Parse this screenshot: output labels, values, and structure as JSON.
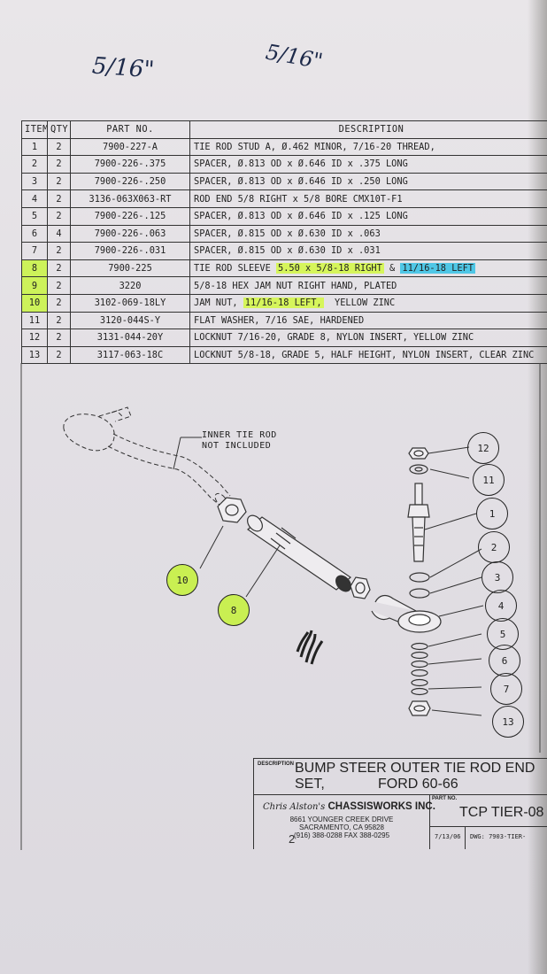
{
  "handwriting": {
    "left": "5/16\"",
    "right": "5/16\""
  },
  "bom": {
    "headers": {
      "item": "ITEM",
      "qty": "QTY",
      "part_no": "PART NO.",
      "description": "DESCRIPTION"
    },
    "rows": [
      {
        "item": "1",
        "qty": "2",
        "part_no": "7900-227-A",
        "description": "TIE ROD STUD A, Ø.462 MINOR, 7/16-20 THREAD,"
      },
      {
        "item": "2",
        "qty": "2",
        "part_no": "7900-226-.375",
        "description": "SPACER, Ø.813 OD x Ø.646 ID x .375 LONG"
      },
      {
        "item": "3",
        "qty": "2",
        "part_no": "7900-226-.250",
        "description": "SPACER, Ø.813 OD x Ø.646 ID x .250 LONG"
      },
      {
        "item": "4",
        "qty": "2",
        "part_no": "3136-063X063-RT",
        "description": "ROD END 5/8 RIGHT x 5/8 BORE CMX10T-F1"
      },
      {
        "item": "5",
        "qty": "2",
        "part_no": "7900-226-.125",
        "description": "SPACER, Ø.813 OD x Ø.646 ID x .125 LONG"
      },
      {
        "item": "6",
        "qty": "4",
        "part_no": "7900-226-.063",
        "description": "SPACER, Ø.815 OD x Ø.630 ID x .063"
      },
      {
        "item": "7",
        "qty": "2",
        "part_no": "7900-226-.031",
        "description": "SPACER, Ø.815 OD x Ø.630 ID x .031"
      },
      {
        "item": "8",
        "qty": "2",
        "part_no": "7900-225",
        "description_pre": "TIE ROD SLEEVE ",
        "description_hl_green": "5.50 x 5/8-18 RIGHT",
        "description_mid": " & ",
        "description_hl_blue": "11/16-18 LEFT"
      },
      {
        "item": "9",
        "qty": "2",
        "part_no": "3220",
        "description": "5/8-18 HEX JAM NUT RIGHT HAND, PLATED"
      },
      {
        "item": "10",
        "qty": "2",
        "part_no": "3102-069-18LY",
        "description_pre": "JAM NUT, ",
        "description_hl_green": "11/16-18 LEFT,",
        "description_post": "  YELLOW ZINC"
      },
      {
        "item": "11",
        "qty": "2",
        "part_no": "3120-044S-Y",
        "description": "FLAT WASHER, 7/16 SAE, HARDENED"
      },
      {
        "item": "12",
        "qty": "2",
        "part_no": "3131-044-20Y",
        "description": "LOCKNUT 7/16-20, GRADE 8, NYLON INSERT, YELLOW ZINC"
      },
      {
        "item": "13",
        "qty": "2",
        "part_no": "3117-063-18C",
        "description": "LOCKNUT 5/8-18, GRADE 5, HALF HEIGHT, NYLON INSERT, CLEAR ZINC"
      }
    ]
  },
  "diagram": {
    "inner_tie_rod_line1": "INNER TIE ROD",
    "inner_tie_rod_line2": "NOT INCLUDED",
    "callouts": [
      "12",
      "11",
      "1",
      "2",
      "3",
      "4",
      "5",
      "6",
      "7",
      "13",
      "10",
      "8"
    ]
  },
  "title_block": {
    "description_tag": "DESCRIPTION",
    "description_line1": "BUMP STEER OUTER TIE ROD END SET,",
    "description_line2": "FORD 60-66",
    "company_script": "Chris Alston's",
    "company_name": "CHASSISWORKS INC.",
    "address1": "8661 YOUNGER CREEK DRIVE",
    "address2": "SACRAMENTO, CA 95828",
    "phone": "(916) 388-0288  FAX 388-0295",
    "part_tag": "PART NO.",
    "part_no": "TCP TIER-08",
    "date": "7/13/06",
    "dwg": "DWG: 7903-TIER-"
  },
  "page_number": "2",
  "colors": {
    "highlight_green": "#cdf25a",
    "highlight_blue": "#4fc7e6",
    "paper": "#e6e3e7"
  }
}
